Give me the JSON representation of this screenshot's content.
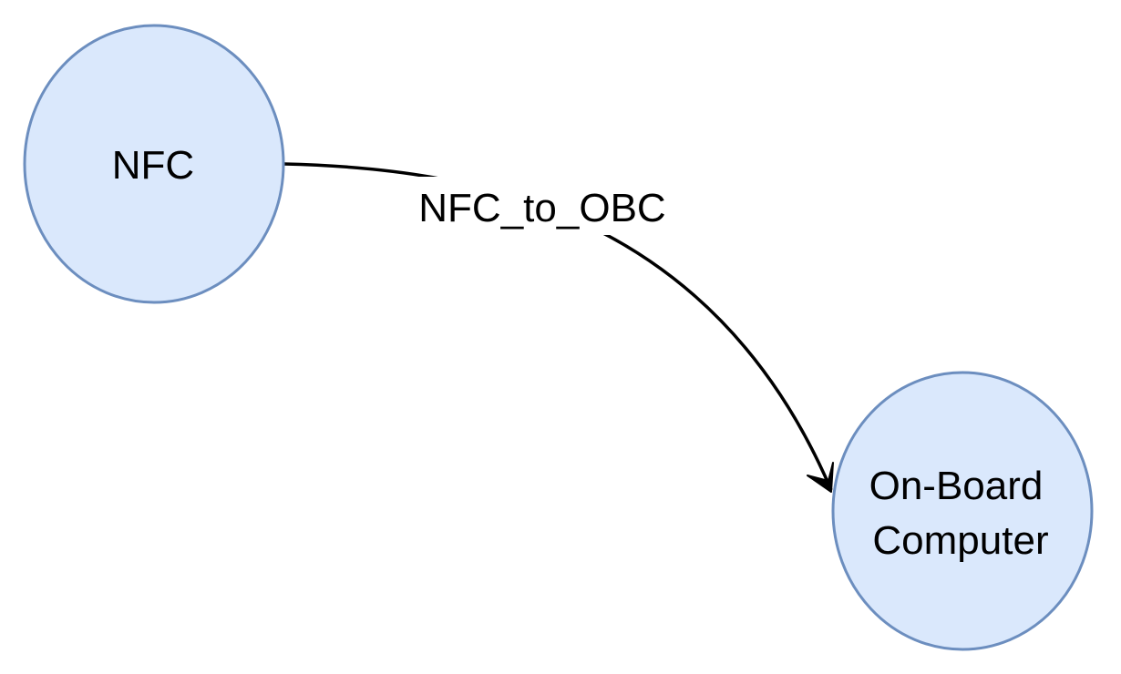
{
  "nodes": {
    "nfc": {
      "label": "NFC"
    },
    "obc": {
      "label_line1": "On-Board",
      "label_line2": "Computer"
    }
  },
  "edges": {
    "nfc_to_obc": {
      "label": "NFC_to_OBC"
    }
  },
  "colors": {
    "node_fill": "#dae8fc",
    "node_stroke": "#6c8ebf",
    "edge": "#000000"
  }
}
